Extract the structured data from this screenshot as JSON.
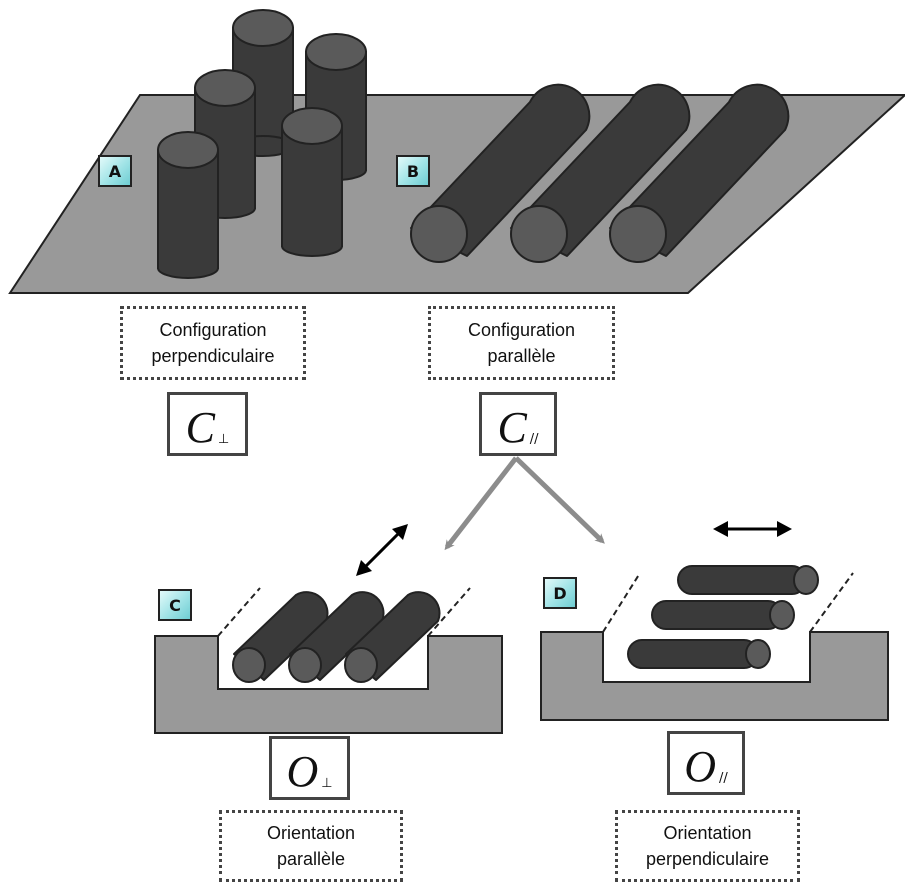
{
  "panels": {
    "a": {
      "label": "A",
      "caption_line1": "Configuration",
      "caption_line2": "perpendiculaire",
      "symbol_main": "C",
      "symbol_sub": "⊥"
    },
    "b": {
      "label": "B",
      "caption_line1": "Configuration",
      "caption_line2": "parallèle",
      "symbol_main": "C",
      "symbol_sub": "//"
    },
    "c": {
      "label": "C",
      "caption_line1": "Orientation",
      "caption_line2": "parallèle",
      "symbol_main": "O",
      "symbol_sub": "⊥"
    },
    "d": {
      "label": "D",
      "caption_line1": "Orientation",
      "caption_line2": "perpendiculaire",
      "symbol_main": "O",
      "symbol_sub": "//"
    }
  },
  "colors": {
    "substrate": "#999999",
    "cylinder_body": "#3a3a3a",
    "cylinder_cap": "#5a5a5a",
    "arrow_gray": "#8c8c8c"
  }
}
